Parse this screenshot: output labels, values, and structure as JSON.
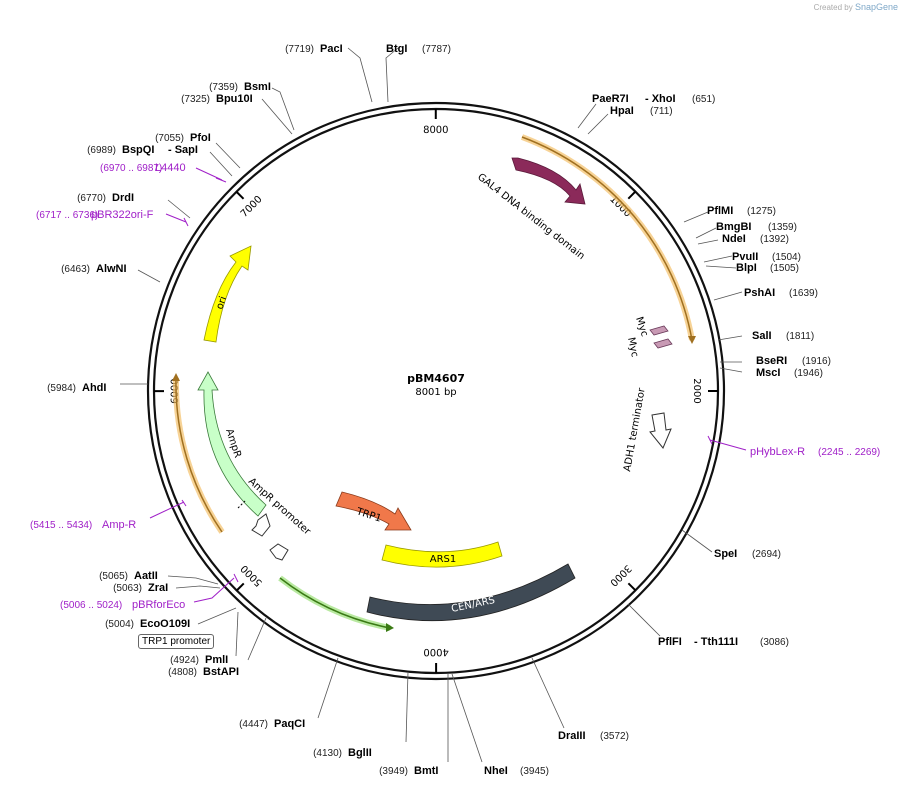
{
  "credit": {
    "prefix": "Created by",
    "brand": "SnapGene"
  },
  "plasmid": {
    "name": "pBM4607",
    "length": "8001 bp",
    "bp": 8001
  },
  "ticks": [
    {
      "pos": 1000,
      "label": "1000"
    },
    {
      "pos": 2000,
      "label": "2000"
    },
    {
      "pos": 3000,
      "label": "3000"
    },
    {
      "pos": 4000,
      "label": "4000"
    },
    {
      "pos": 5000,
      "label": "5000"
    },
    {
      "pos": 6000,
      "label": "6000"
    },
    {
      "pos": 7000,
      "label": "7000"
    },
    {
      "pos": 8000,
      "label": "8000"
    }
  ],
  "sites": [
    {
      "name": "PacI",
      "pos": "(7719)",
      "pre": true
    },
    {
      "name": "BtgI",
      "pos": "(7787)",
      "pre": false
    },
    {
      "name": "BsmI",
      "pos": "(7359)",
      "pre": true
    },
    {
      "name": "Bpu10I",
      "pos": "(7325)",
      "pre": true
    },
    {
      "name": "PfoI",
      "pos": "(7055)",
      "pre": true
    },
    {
      "name": "BspQI",
      "name2": "- SapI",
      "pos": "(6989)",
      "pre": true
    },
    {
      "name": "DrdI",
      "pos": "(6770)",
      "pre": true
    },
    {
      "name": "AlwNI",
      "pos": "(6463)",
      "pre": true
    },
    {
      "name": "AhdI",
      "pos": "(5984)",
      "pre": true
    },
    {
      "name": "AatII",
      "pos": "(5065)",
      "pre": true
    },
    {
      "name": "ZraI",
      "pos": "(5063)",
      "pre": true
    },
    {
      "name": "EcoO109I",
      "pos": "(5004)",
      "pre": true
    },
    {
      "name": "PmlI",
      "pos": "(4924)",
      "pre": true
    },
    {
      "name": "BstAPI",
      "pos": "(4808)",
      "pre": true
    },
    {
      "name": "PaqCI",
      "pos": "(4447)",
      "pre": true
    },
    {
      "name": "BglII",
      "pos": "(4130)",
      "pre": true
    },
    {
      "name": "BmtI",
      "pos": "(3949)",
      "pre": true
    },
    {
      "name": "NheI",
      "pos": "(3945)",
      "pre": false
    },
    {
      "name": "DraIII",
      "pos": "(3572)",
      "pre": false
    },
    {
      "name": "PflFI",
      "name2": "- Tth111I",
      "pos": "(3086)",
      "pre": false
    },
    {
      "name": "SpeI",
      "pos": "(2694)",
      "pre": false
    },
    {
      "name": "BseRI",
      "pos": "(1916)",
      "pre": false
    },
    {
      "name": "MscI",
      "pos": "(1946)",
      "pre": false
    },
    {
      "name": "SalI",
      "pos": "(1811)",
      "pre": false
    },
    {
      "name": "PshAI",
      "pos": "(1639)",
      "pre": false
    },
    {
      "name": "PvuII",
      "pos": "(1504)",
      "pre": false
    },
    {
      "name": "BlpI",
      "pos": "(1505)",
      "pre": false
    },
    {
      "name": "BmgBI",
      "pos": "(1359)",
      "pre": false
    },
    {
      "name": "NdeI",
      "pos": "(1392)",
      "pre": false
    },
    {
      "name": "PflMI",
      "pos": "(1275)",
      "pre": false
    },
    {
      "name": "PaeR7I",
      "name2": "- XhoI",
      "pos": "(651)",
      "pre": false
    },
    {
      "name": "HpaI",
      "pos": "(711)",
      "pre": false
    }
  ],
  "primers": [
    {
      "name": "L4440",
      "range": "(6970 .. 6987)"
    },
    {
      "name": "pBR322ori-F",
      "range": "(6717 .. 6736)"
    },
    {
      "name": "Amp-R",
      "range": "(5415 .. 5434)"
    },
    {
      "name": "pBRforEco",
      "range": "(5006 .. 5024)"
    },
    {
      "name": "pHybLex-R",
      "range": "(2245 .. 2269)"
    }
  ],
  "features": [
    {
      "name": "GAL4 DNA binding domain",
      "color": "#8b2a5a"
    },
    {
      "name": "Myc",
      "color": "#c89ab4"
    },
    {
      "name": "Myc",
      "color": "#c89ab4"
    },
    {
      "name": "ADH1 terminator",
      "color": "#ffffff"
    },
    {
      "name": "TRP1",
      "color": "#f0784a"
    },
    {
      "name": "ARS1",
      "color": "#ffff00"
    },
    {
      "name": "CEN/ARS",
      "color": "#3f4a55"
    },
    {
      "name": "AmpR",
      "color": "#c8ffc8"
    },
    {
      "name": "AmpR promoter",
      "color": "#ffffff"
    },
    {
      "name": "ori",
      "color": "#ffff00"
    }
  ],
  "box_label": "TRP1 promoter"
}
